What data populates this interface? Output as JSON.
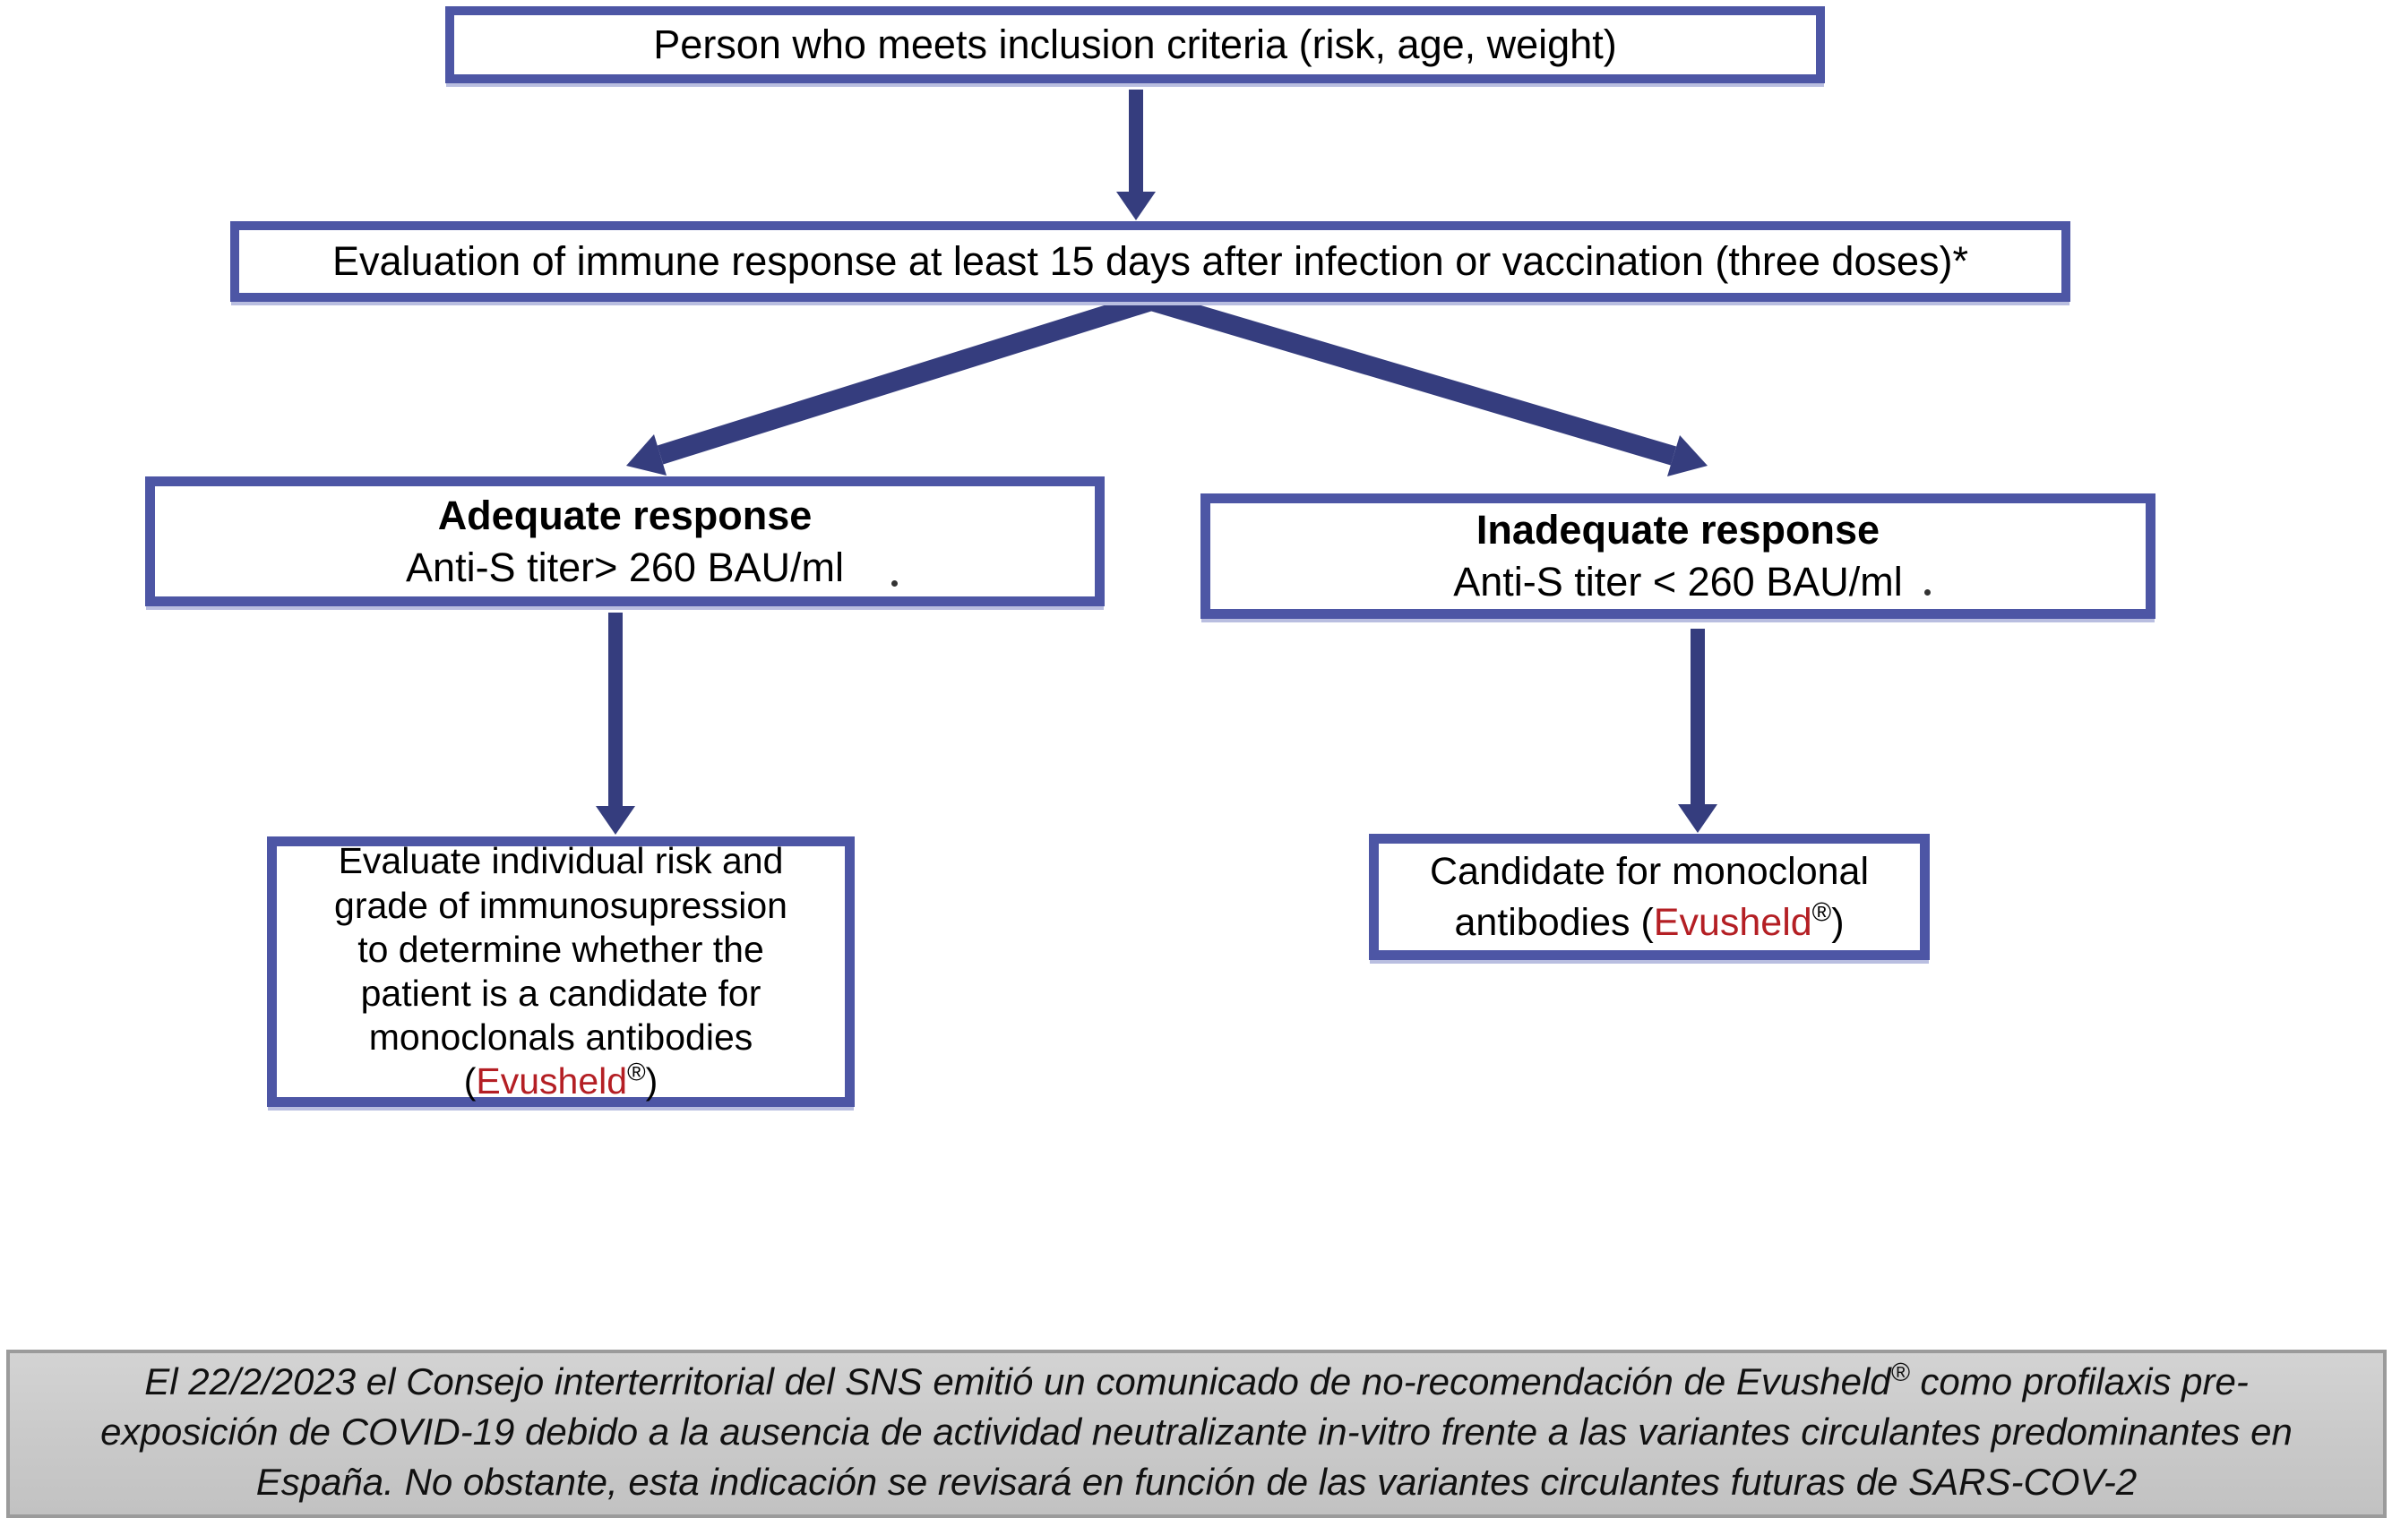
{
  "flowchart": {
    "box_inclusion": {
      "text": "Person who meets inclusion criteria (risk, age, weight)"
    },
    "box_evaluation": {
      "text": "Evaluation of immune response at least 15 days after infection or vaccination (three doses)*"
    },
    "box_adequate": {
      "title": "Adequate response",
      "subtitle": "Anti-S titer> 260 BAU/ml"
    },
    "box_inadequate": {
      "title": "Inadequate response",
      "subtitle": "Anti-S titer < 260 BAU/ml"
    },
    "box_evaluate_risk": {
      "lines": [
        "Evaluate individual risk and",
        "grade of immunosupression",
        "to determine whether the",
        "patient is a candidate for",
        "monoclonals antibodies"
      ],
      "paren_open": "(",
      "brand": "Evusheld",
      "registered": "®",
      "paren_close": ")"
    },
    "box_candidate": {
      "line1": "Candidate for monoclonal",
      "line2_prefix": "antibodies (",
      "brand": "Evusheld",
      "registered": "®",
      "line2_suffix": ")"
    }
  },
  "footnote": {
    "line1_prefix": "El 22/2/2023 el Consejo interterritorial del SNS emitió un comunicado de no-recomendación de Evusheld",
    "line1_sup": "®",
    "line1_suffix": " como profilaxis pre-",
    "line2": "exposición de COVID-19 debido a la ausencia de actividad neutralizante in-vitro frente a las variantes circulantes predominantes en",
    "line3": "España. No obstante, esta indicación se revisará en función de las variantes circulantes futuras de SARS-COV-2"
  },
  "colors": {
    "box_border": "#4d56a5",
    "arrow": "#353d7e",
    "brand_red": "#b41f24",
    "footnote_background": "#c9c9c9",
    "footnote_border": "#9b9b9b"
  }
}
